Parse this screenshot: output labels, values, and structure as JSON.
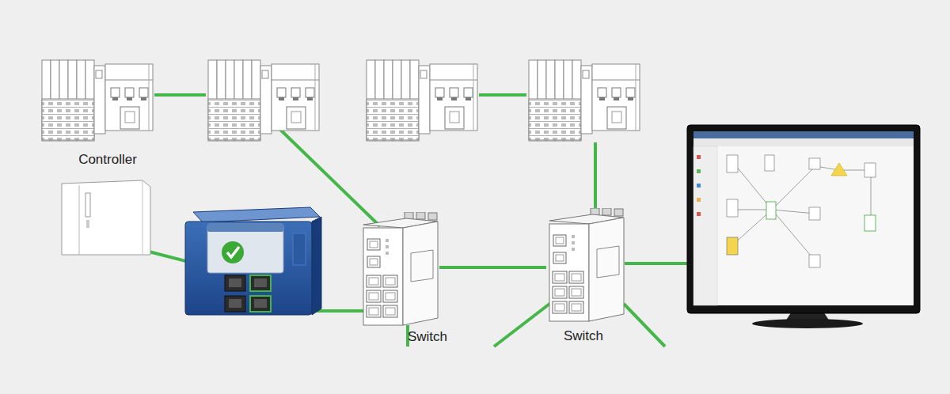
{
  "diagram": {
    "nodes": [
      {
        "text": [
          "Switch"
        ]
      },
      {
        "text": [
          "Switch"
        ]
      }
    ],
    "edges": [
      {
        "from": 0,
        "to": 1,
        "arrow": "none"
      }
    ],
    "labels": [
      "Controller"
    ]
  }
}
